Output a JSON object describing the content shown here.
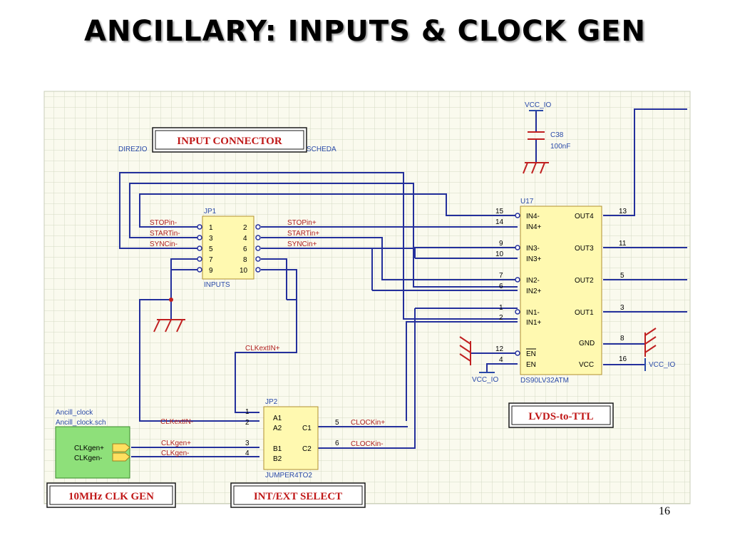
{
  "title": "ANCILLARY: INPUTS & CLOCK GEN",
  "page_number": "16",
  "callouts": {
    "input_connector": "INPUT CONNECTOR",
    "lvds_to_ttl": "LVDS-to-TTL",
    "clk_gen": "10MHz CLK GEN",
    "int_ext_select": "INT/EXT SELECT"
  },
  "header_text": {
    "left": "DIREZIO",
    "right": "SCHEDA"
  },
  "power": {
    "vcc_io": "VCC_IO"
  },
  "capacitor": {
    "ref": "C38",
    "value": "100nF"
  },
  "jp1": {
    "ref": "JP1",
    "name": "INPUTS",
    "left_pins": [
      "1",
      "3",
      "5",
      "7",
      "9"
    ],
    "right_pins": [
      "2",
      "4",
      "6",
      "8",
      "10"
    ],
    "left_nets": [
      "STOPin-",
      "STARTin-",
      "SYNCin-"
    ],
    "right_nets": [
      "STOPin+",
      "STARTin+",
      "SYNCin+"
    ]
  },
  "u17": {
    "ref": "U17",
    "part": "DS90LV32ATM",
    "in_pins": [
      "15",
      "14",
      "9",
      "10",
      "7",
      "6",
      "1",
      "2",
      "12",
      "4"
    ],
    "in_labels": [
      "IN4-",
      "IN4+",
      "IN3-",
      "IN3+",
      "IN2-",
      "IN2+",
      "IN1-",
      "IN1+",
      "EN",
      "EN"
    ],
    "out_pins": [
      "13",
      "11",
      "5",
      "3",
      "8",
      "16"
    ],
    "out_labels": [
      "OUT4",
      "OUT3",
      "OUT2",
      "OUT1",
      "GND",
      "VCC"
    ]
  },
  "nets": {
    "clk_ext_in_plus": "CLKextIN+",
    "clk_ext_in_minus": "CLKextIN-"
  },
  "jp2": {
    "ref": "JP2",
    "name": "JUMPER4TO2",
    "left_pins": [
      "1",
      "2",
      "3",
      "4"
    ],
    "left_labels": [
      "A1",
      "A2",
      "B1",
      "B2"
    ],
    "right_pins": [
      "5",
      "6"
    ],
    "right_labels": [
      "C1",
      "C2"
    ],
    "right_nets": [
      "CLOCKin+",
      "CLOCKin-"
    ]
  },
  "ancill": {
    "name": "Ancill_clock",
    "file": "Ancill_clock.sch",
    "ports": [
      "CLKgen+",
      "CLKgen-"
    ],
    "nets": [
      "CLKgen+",
      "CLKgen-"
    ]
  },
  "colors": {
    "grid": "#d4d9c4",
    "grid_bg": "#fafaee",
    "wire": "#24309c",
    "label_red": "#b02020",
    "callout_border": "#1a1a1a",
    "callout_text": "#c01818",
    "ancill_fill": "#8ee07a"
  }
}
